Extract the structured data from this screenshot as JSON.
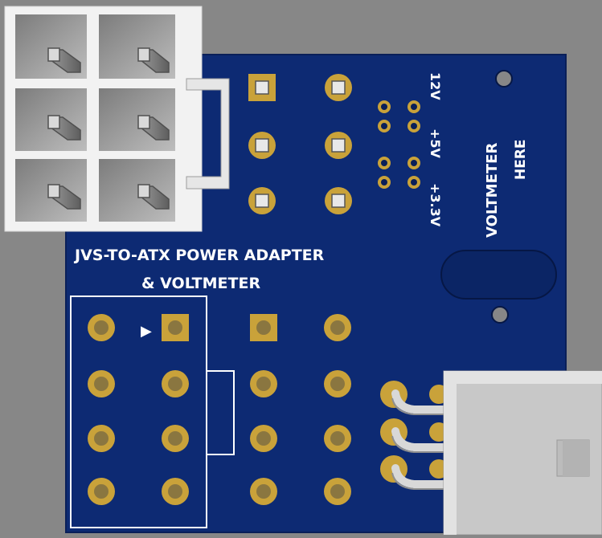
{
  "board": {
    "title_line1": "JVS-TO-ATX POWER ADAPTER",
    "title_line2": "& VOLTMETER",
    "rail_12v": "12V",
    "rail_5v": "+5V",
    "rail_3v3": "+3.3V",
    "voltmeter_line1": "VOLTMETER",
    "voltmeter_line2": "HERE",
    "pin1_marker": "▶"
  },
  "colors": {
    "background": "#878787",
    "pcb": "#0d2a73",
    "pad_gold": "#c9a23a",
    "silkscreen": "#ffffff",
    "connector_white": "#f2f2f2",
    "connector_grey": "#c8c8c8"
  }
}
